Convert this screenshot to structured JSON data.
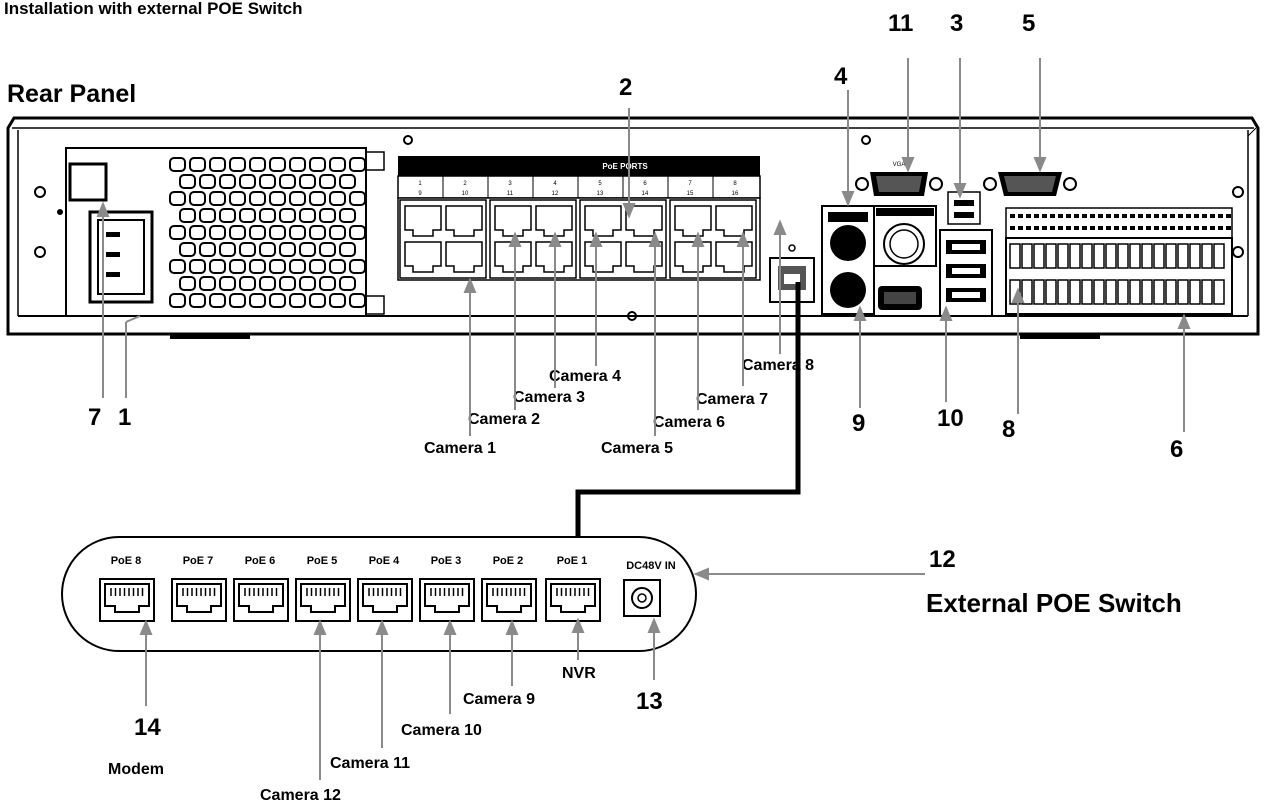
{
  "header": {
    "subtitle": "Installation with external POE Switch",
    "panel_title": "Rear Panel"
  },
  "nvr": {
    "poe_header": "PoE PORTS",
    "port_numbers": [
      "1",
      "2",
      "3",
      "4",
      "5",
      "6",
      "7",
      "8"
    ],
    "port_numbers_bottom": [
      "9",
      "10",
      "11",
      "12",
      "13",
      "14",
      "15",
      "16"
    ]
  },
  "callouts": {
    "n1": "1",
    "n2": "2",
    "n3": "3",
    "n4": "4",
    "n5": "5",
    "n6": "6",
    "n7": "7",
    "n8": "8",
    "n9": "9",
    "n10": "10",
    "n11": "11",
    "n12": "12",
    "n13": "13",
    "n14": "14"
  },
  "cameras": {
    "c1": "Camera 1",
    "c2": "Camera 2",
    "c3": "Camera 3",
    "c4": "Camera 4",
    "c5": "Camera 5",
    "c6": "Camera 6",
    "c7": "Camera 7",
    "c8": "Camera 8",
    "c9": "Camera 9",
    "c10": "Camera 10",
    "c11": "Camera 11",
    "c12": "Camera 12",
    "modem": "Modem",
    "nvr": "NVR"
  },
  "switch": {
    "name": "External POE Switch",
    "ports": [
      "PoE 8",
      "PoE 7",
      "PoE 6",
      "PoE 5",
      "PoE 4",
      "PoE 3",
      "PoE 2",
      "PoE 1"
    ],
    "power_label": "DC48V IN"
  },
  "colors": {
    "ink": "#000000",
    "callout_line": "#8a8a8a",
    "panel_fill": "#ffffff"
  }
}
